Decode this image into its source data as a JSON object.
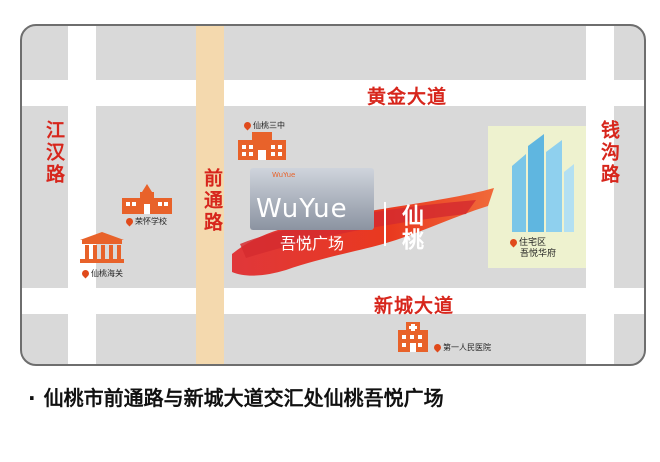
{
  "roads": {
    "north": "黄金大道",
    "south": "新城大道",
    "west": "江汉路",
    "east": "钱沟路",
    "center": "前通路"
  },
  "pois": {
    "school_three": "仙桃三中",
    "school_rongh": "荣怀学校",
    "customs": "仙桃海关",
    "residence_line1": "住宅区",
    "residence_line2": "吾悦华府",
    "hospital": "第一人民医院"
  },
  "mall": {
    "logo_en": "WuYue",
    "logo_cn": "吾悦广场",
    "city": "仙桃",
    "sign_text": "WuYue"
  },
  "footer": {
    "bullet": "·",
    "text": "仙桃市前通路与新城大道交汇处仙桃吾悦广场"
  },
  "colors": {
    "road_name": "#d7261c",
    "icon_orange": "#e8622a",
    "map_bg": "#d9d9d9",
    "main_road": "#f4d9ae"
  }
}
